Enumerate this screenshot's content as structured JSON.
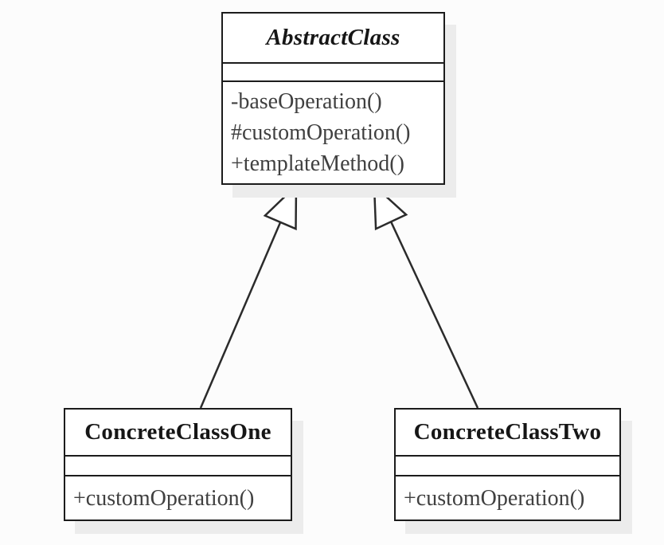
{
  "diagram": {
    "kind": "uml-class-diagram",
    "classes": [
      {
        "name": "AbstractClass",
        "abstract": true,
        "attributes": [],
        "methods": [
          "-baseOperation()",
          "#customOperation()",
          "+templateMethod()"
        ]
      },
      {
        "name": "ConcreteClassOne",
        "abstract": false,
        "attributes": [],
        "methods": [
          "+customOperation()"
        ]
      },
      {
        "name": "ConcreteClassTwo",
        "abstract": false,
        "attributes": [],
        "methods": [
          "+customOperation()"
        ]
      }
    ],
    "relationships": [
      {
        "from": "ConcreteClassOne",
        "to": "AbstractClass",
        "type": "generalization"
      },
      {
        "from": "ConcreteClassTwo",
        "to": "AbstractClass",
        "type": "generalization"
      }
    ],
    "colors": {
      "background": "#fcfcfc",
      "box_fill": "#ffffff",
      "box_border": "#1c1c1c",
      "title_text": "#161616",
      "method_text": "#404040",
      "edge_stroke": "#2b2b2b",
      "shadow": "#ececec"
    }
  }
}
